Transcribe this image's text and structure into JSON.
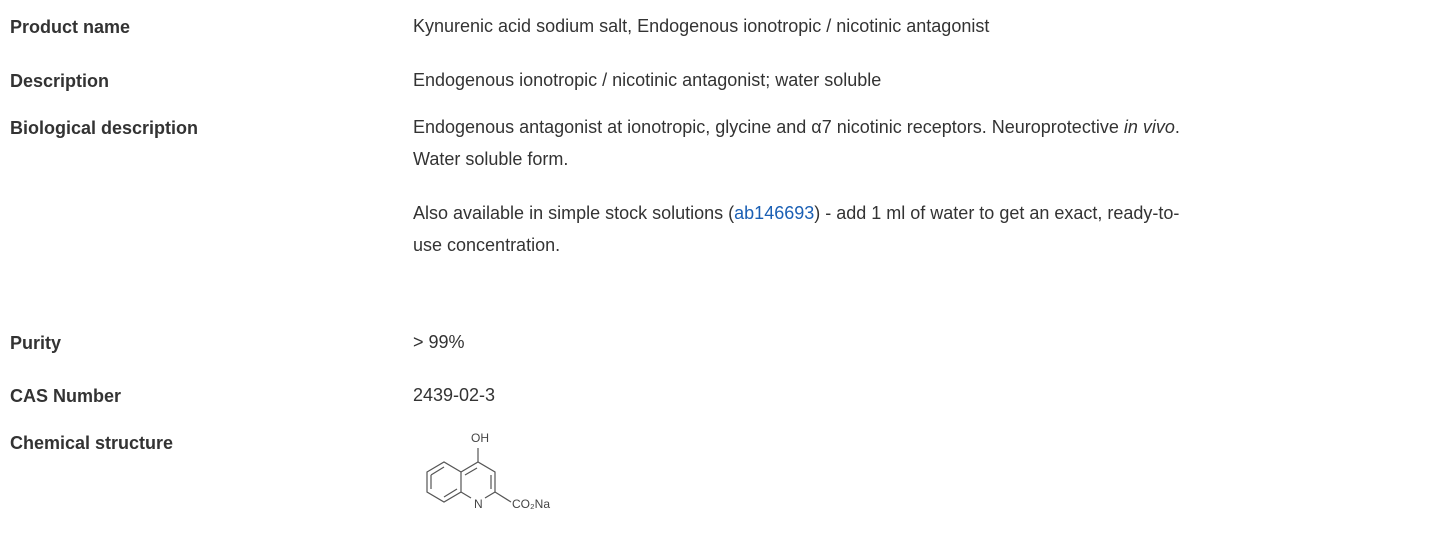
{
  "rows": {
    "product_name": {
      "label": "Product name",
      "value": "Kynurenic acid sodium salt, Endogenous ionotropic / nicotinic antagonist"
    },
    "description": {
      "label": "Description",
      "value": "Endogenous ionotropic / nicotinic antagonist; water soluble"
    },
    "biological_description": {
      "label": "Biological description",
      "p1_text": "Endogenous antagonist at ionotropic, glycine and α7 nicotinic receptors. Neuroprotective ",
      "p1_italic": "in vivo",
      "p1_tail": ".",
      "p1_line2": "Water soluble form.",
      "p2_before": "Also available in simple stock solutions (",
      "p2_link": "ab146693",
      "p2_after": ") - add 1 ml of water to get an exact, ready-to-",
      "p2_line2": "use concentration."
    },
    "purity": {
      "label": "Purity",
      "value": "> 99%"
    },
    "cas_number": {
      "label": "CAS Number",
      "value": "2439-02-3"
    },
    "chemical_structure": {
      "label": "Chemical structure",
      "oh_label": "OH",
      "n_label": "N",
      "co2na_label": "CO₂Na"
    }
  },
  "colors": {
    "text": "#333333",
    "link": "#1a5fb4"
  }
}
